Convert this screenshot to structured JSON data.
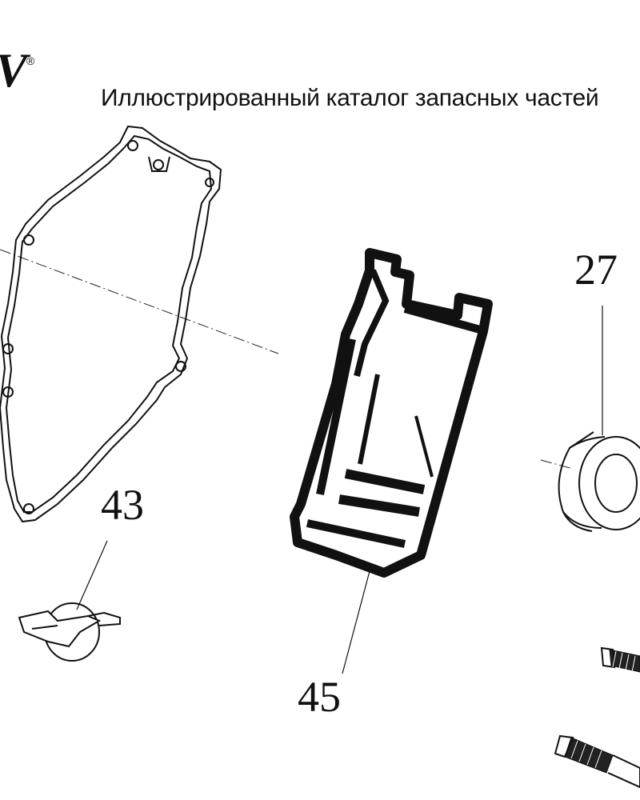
{
  "header": {
    "title": "Иллюстрированный каталог запасных частей",
    "logo_text": "V",
    "logo_reg": "®"
  },
  "callouts": [
    {
      "id": "27",
      "label": "27"
    },
    {
      "id": "43",
      "label": "43"
    },
    {
      "id": "45",
      "label": "45"
    }
  ],
  "colors": {
    "ink": "#111111",
    "background": "#ffffff"
  }
}
